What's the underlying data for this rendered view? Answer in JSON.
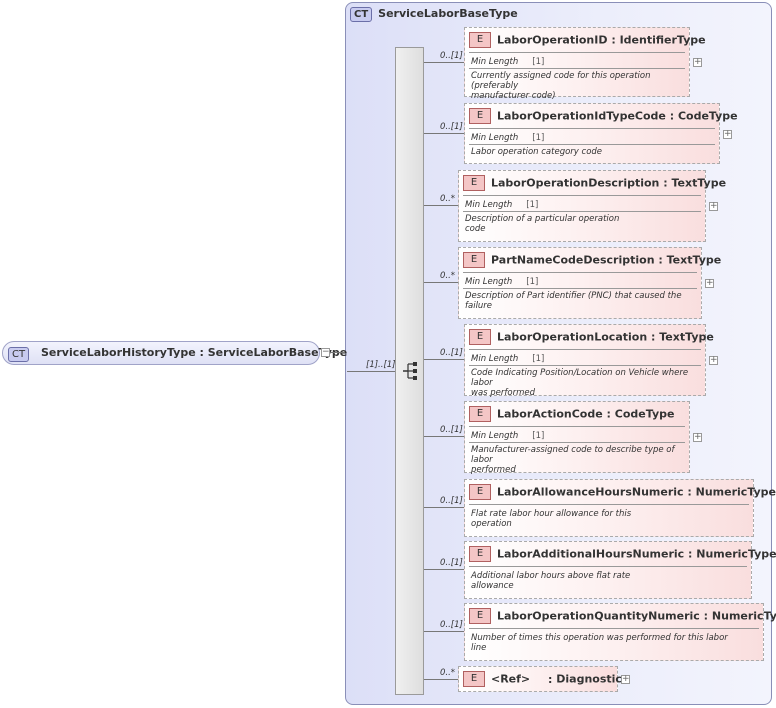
{
  "complex_type": {
    "badge": "CT",
    "title": "ServiceLaborBaseType"
  },
  "root": {
    "badge": "CT",
    "label": "ServiceLaborHistoryType : ServiceLaborBaseType",
    "multiplicity": "[1]..[1]"
  },
  "elements": [
    {
      "badge": "E",
      "name": "LaborOperationID",
      "type": "IdentifierType",
      "multiplicity": "0..[1]",
      "facet_label": "Min Length",
      "facet_value": "[1]",
      "doc": [
        "Currently assigned code for this operation (preferably",
        "manufacturer code)"
      ]
    },
    {
      "badge": "E",
      "name": "LaborOperationIdTypeCode",
      "type": "CodeType",
      "multiplicity": "0..[1]",
      "facet_label": "Min Length",
      "facet_value": "[1]",
      "doc": [
        "Labor operation category code"
      ]
    },
    {
      "badge": "E",
      "name": "LaborOperationDescription",
      "type": "TextType",
      "multiplicity": "0..*",
      "facet_label": "Min Length",
      "facet_value": "[1]",
      "doc": [
        "Description of a particular operation",
        "code"
      ]
    },
    {
      "badge": "E",
      "name": "PartNameCodeDescription",
      "type": "TextType",
      "multiplicity": "0..*",
      "facet_label": "Min Length",
      "facet_value": "[1]",
      "doc": [
        "Description of Part identifier (PNC) that caused the",
        "failure"
      ]
    },
    {
      "badge": "E",
      "name": "LaborOperationLocation",
      "type": "TextType",
      "multiplicity": "0..[1]",
      "facet_label": "Min Length",
      "facet_value": "[1]",
      "doc": [
        "Code Indicating Position/Location on Vehicle where labor",
        "was performed"
      ]
    },
    {
      "badge": "E",
      "name": "LaborActionCode",
      "type": "CodeType",
      "multiplicity": "0..[1]",
      "facet_label": "Min Length",
      "facet_value": "[1]",
      "doc": [
        "Manufacturer-assigned code to describe type of labor",
        "performed"
      ]
    },
    {
      "badge": "E",
      "name": "LaborAllowanceHoursNumeric",
      "type": "NumericType",
      "multiplicity": "0..[1]",
      "doc": [
        "Flat rate labor hour allowance for this",
        "operation"
      ]
    },
    {
      "badge": "E",
      "name": "LaborAdditionalHoursNumeric",
      "type": "NumericType",
      "multiplicity": "0..[1]",
      "doc": [
        "Additional labor hours above flat rate",
        "allowance"
      ]
    },
    {
      "badge": "E",
      "name": "LaborOperationQuantityNumeric",
      "type": "NumericType",
      "multiplicity": "0..[1]",
      "doc": [
        "Number of times this operation was performed for this labor",
        "line"
      ]
    },
    {
      "badge": "E",
      "name": "<Ref>",
      "type": "Diagnostics",
      "multiplicity": "0..*"
    }
  ],
  "type_separator": ":",
  "expander_glyph": "+",
  "collapse_glyph": "−",
  "colors": {
    "complex_type_fill": "#dcdff7",
    "element_fill": "#f9dede",
    "badge_e": "#f4c6c6",
    "badge_ct": "#c8cbf0"
  }
}
